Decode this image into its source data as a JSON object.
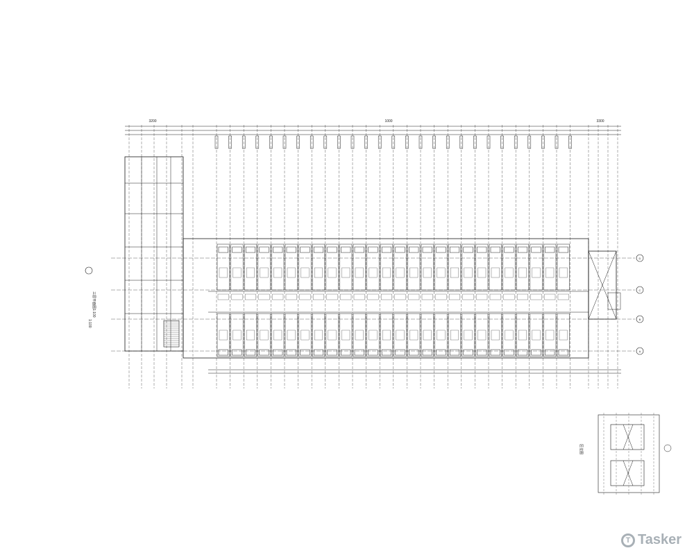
{
  "drawing": {
    "overall_dims": [
      "3200",
      "1000",
      "3300"
    ],
    "grid_bubbles": [
      "D",
      "C",
      "B",
      "A"
    ],
    "labels": {
      "left_vertical": "三层平面图1:100",
      "scale": "1:100",
      "inset_title": "区位图"
    }
  },
  "watermark": {
    "text": "Tasker",
    "icon": "tasker-logo-icon"
  },
  "colors": {
    "line": "#1a1a1a",
    "watermark": "#9aa3aa"
  }
}
